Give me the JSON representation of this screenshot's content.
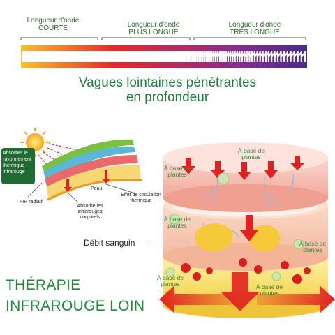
{
  "wavelength": {
    "labels": [
      {
        "line1": "Longueur d'onde",
        "line2": "COURTE"
      },
      {
        "line1": "Longueur d'onde",
        "line2": "PLUS LONGUE"
      },
      {
        "line1": "Longueur d'onde",
        "line2": "TRÈS LONGUE"
      }
    ],
    "gradient_colors": [
      "#f5b82a",
      "#e8262c",
      "#7a2ea0",
      "#4a2a8a"
    ]
  },
  "headline": {
    "line1": "Vagues lointaines pénétrantes",
    "line2": "en profondeur"
  },
  "skin_diagram": {
    "absorb_box": "Absorber le rayonnement thermique infrarouge",
    "peau": "Peau",
    "fir": "FIR radiatif",
    "absorbe": "Absorbe les infrarouges corporels",
    "effet": "Effet de circulation thermique"
  },
  "tissue_labels": {
    "base_plantes": "À base de plantes",
    "debit": "Débit sanguin"
  },
  "therapy": {
    "line1": "THÉRAPIE",
    "line2": "INFRAROUGE LOIN"
  },
  "colors": {
    "accent_green": "#1f8a3c",
    "dark_green": "#2e6b2e",
    "red": "#e0211f"
  }
}
